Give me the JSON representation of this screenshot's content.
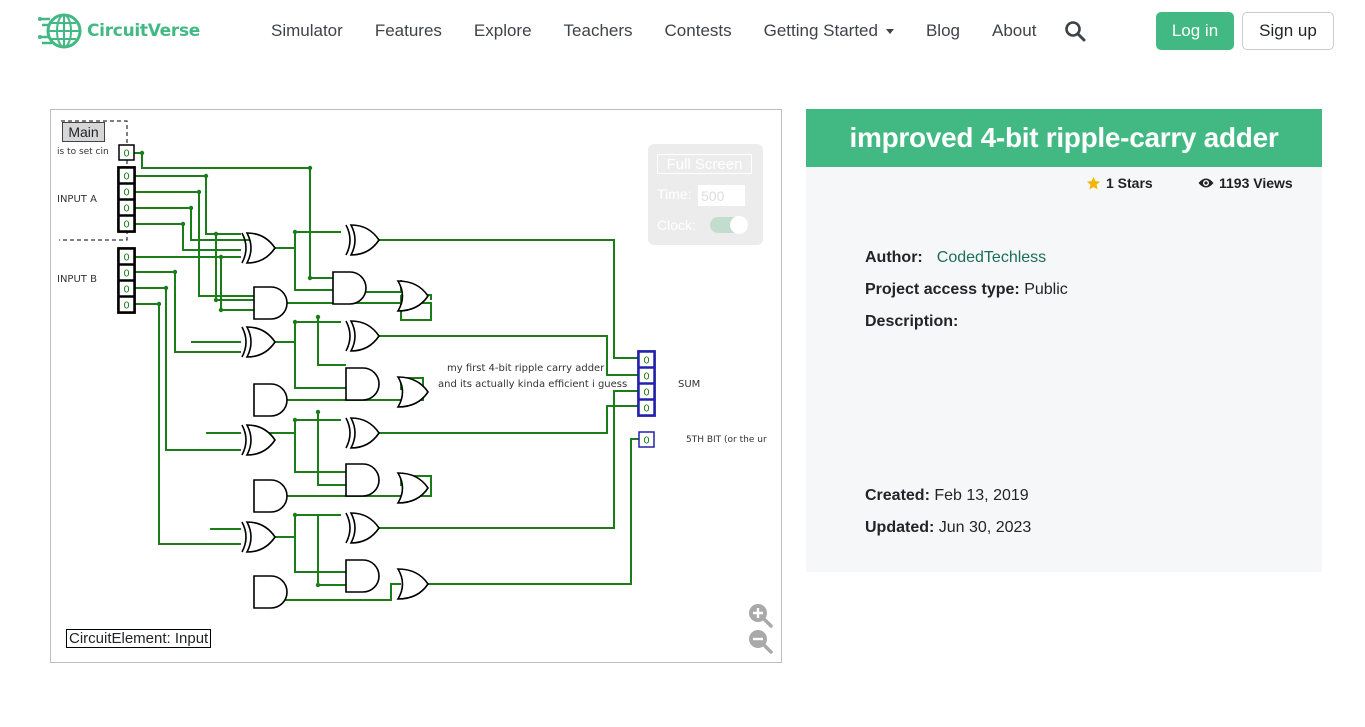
{
  "nav": {
    "brand": "CircuitVerse",
    "links": [
      "Simulator",
      "Features",
      "Explore",
      "Teachers",
      "Contests",
      "Getting Started",
      "Blog",
      "About"
    ],
    "login_label": "Log in",
    "signup_label": "Sign up",
    "icons": {
      "logo": "circuit-globe-logo",
      "search": "search-icon",
      "dropdown": "caret-down-icon"
    }
  },
  "simulator": {
    "tab_label": "Main",
    "labels": {
      "cin": "is to set cin",
      "input_a": "INPUT A",
      "input_b": "INPUT B",
      "note_line1": "my first 4-bit ripple carry adder",
      "note_line2": "and its actually kinda efficient i guess",
      "sum": "SUM",
      "fifth_bit": "5TH BIT (or the ur"
    },
    "io_value": "0",
    "fullscreen_label": "Full Screen",
    "time_label": "Time:",
    "time_value": "500",
    "clock_label": "Clock:",
    "clock_on": true,
    "element_label": "CircuitElement: Input",
    "wire_color": "#1a7d1a",
    "io_colors": {
      "input": "#000000",
      "output": "#2222aa"
    },
    "zoom_icons": [
      "zoom-in-icon",
      "zoom-out-icon"
    ]
  },
  "project": {
    "title": "improved 4-bit ripple-carry adder",
    "stars": "1 Stars",
    "views": "1193 Views",
    "author_label": "Author:",
    "author_name": "CodedTechless",
    "access_label": "Project access type:",
    "access_value": "Public",
    "description_label": "Description:",
    "description": "",
    "created_label": "Created:",
    "created_value": "Feb 13, 2019",
    "updated_label": "Updated:",
    "updated_value": "Jun 30, 2023"
  },
  "colors": {
    "brand": "#42b983",
    "author_link": "#1d6d5a",
    "star": "#f5b400"
  }
}
